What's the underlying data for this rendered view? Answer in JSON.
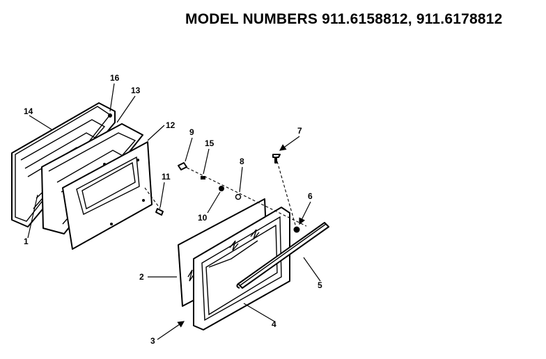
{
  "header": {
    "title": "MODEL NUMBERS 911.6158812, 911.6178812"
  },
  "callouts": {
    "c1": "1",
    "c2": "2",
    "c3": "3",
    "c4": "4",
    "c5": "5",
    "c6": "6",
    "c7": "7",
    "c8": "8",
    "c9": "9",
    "c10": "10",
    "c11": "11",
    "c12": "12",
    "c13": "13",
    "c14": "14",
    "c15": "15",
    "c16": "16"
  }
}
